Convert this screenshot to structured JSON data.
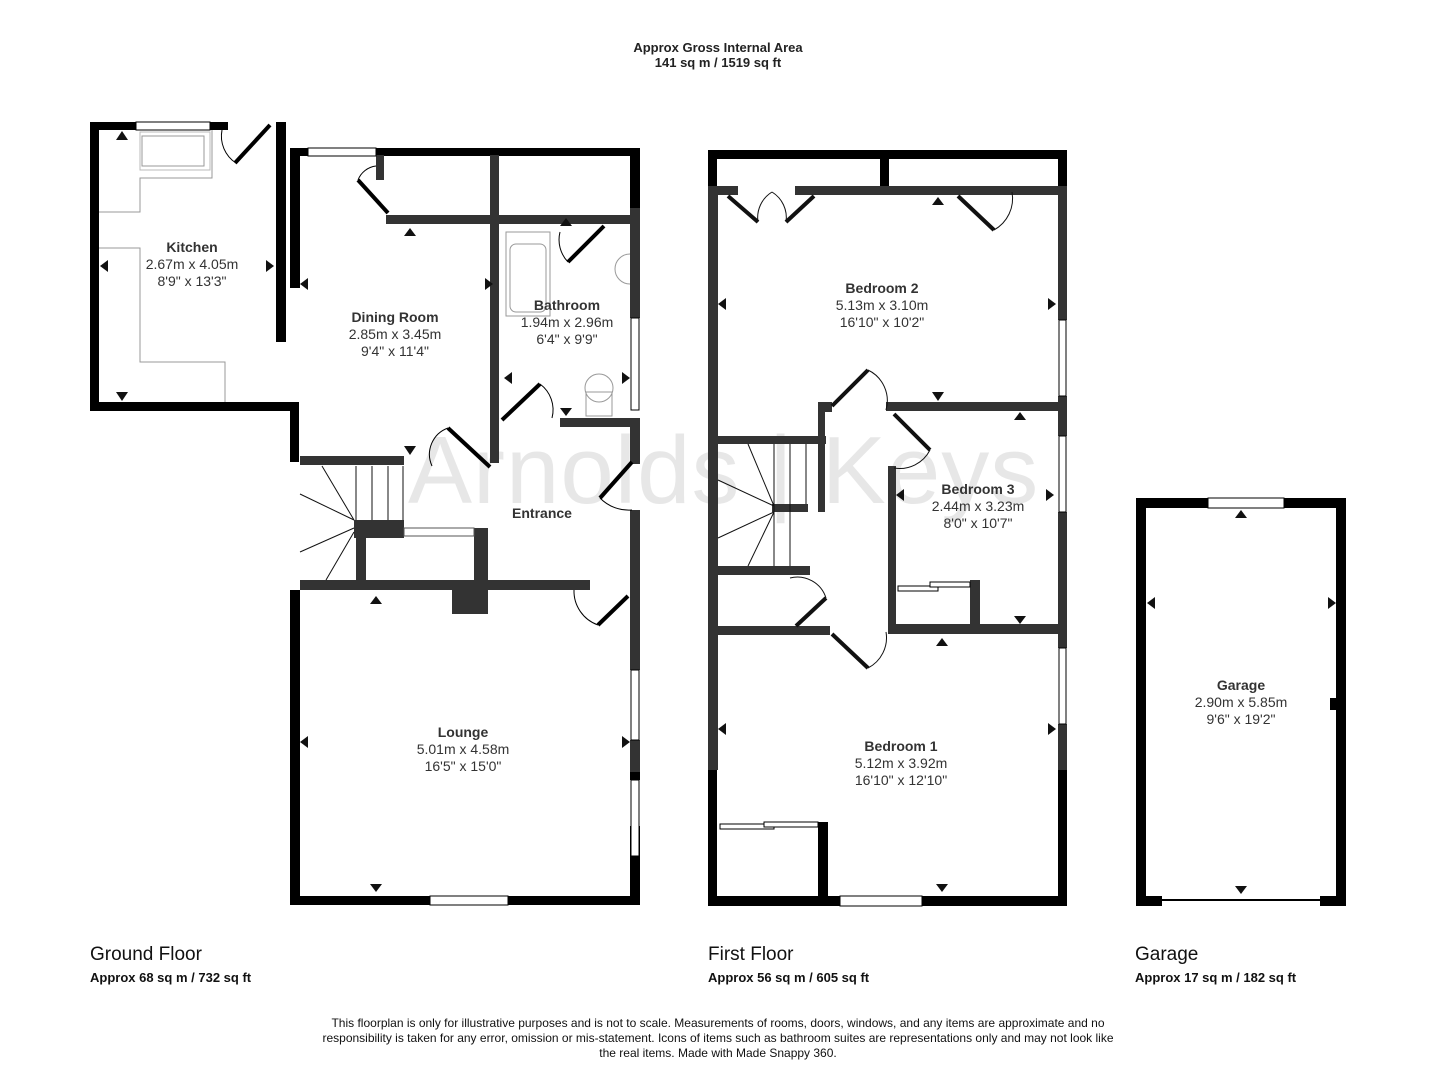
{
  "header": {
    "title": "Approx Gross Internal Area",
    "total_area": "141 sq m / 1519 sq ft"
  },
  "watermark": "Arnolds | Keys",
  "colors": {
    "wall_outer": "#000000",
    "wall_inner": "#333333",
    "fixture": "#aaaaaa",
    "watermark": "#dddddd"
  },
  "floors": [
    {
      "name": "Ground Floor",
      "area": "Approx 68 sq m / 732 sq ft",
      "rooms": [
        {
          "name": "Kitchen",
          "metric": "2.67m x 4.05m",
          "imperial": "8'9\" x 13'3\""
        },
        {
          "name": "Dining Room",
          "metric": "2.85m x 3.45m",
          "imperial": "9'4\" x 11'4\""
        },
        {
          "name": "Bathroom",
          "metric": "1.94m x 2.96m",
          "imperial": "6'4\" x 9'9\""
        },
        {
          "name": "Entrance"
        },
        {
          "name": "Lounge",
          "metric": "5.01m x 4.58m",
          "imperial": "16'5\" x 15'0\""
        }
      ]
    },
    {
      "name": "First Floor",
      "area": "Approx 56 sq m / 605 sq ft",
      "rooms": [
        {
          "name": "Bedroom 2",
          "metric": "5.13m x 3.10m",
          "imperial": "16'10\" x 10'2\""
        },
        {
          "name": "Bedroom 3",
          "metric": "2.44m x 3.23m",
          "imperial": "8'0\" x 10'7\""
        },
        {
          "name": "Bedroom 1",
          "metric": "5.12m x 3.92m",
          "imperial": "16'10\" x 12'10\""
        }
      ]
    },
    {
      "name": "Garage",
      "area": "Approx 17 sq m / 182 sq ft",
      "rooms": [
        {
          "name": "Garage",
          "metric": "2.90m x 5.85m",
          "imperial": "9'6\" x 19'2\""
        }
      ]
    }
  ],
  "disclaimer": "This floorplan is only for illustrative purposes and is not to scale. Measurements of rooms, doors, windows, and any items are approximate and no responsibility is taken for any error, omission or mis-statement. Icons of items such as bathroom suites are representations only and may not look like the real items. Made with Made Snappy 360."
}
